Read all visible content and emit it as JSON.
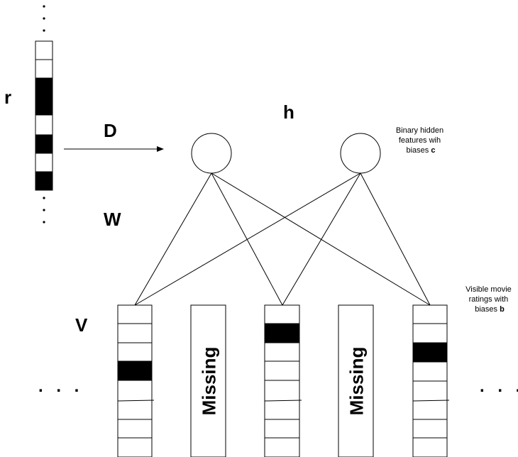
{
  "labels": {
    "r": "r",
    "D": "D",
    "h": "h",
    "W": "W",
    "V": "V"
  },
  "hidden_note": {
    "line1": "Binary hidden",
    "line2": "features wih",
    "line3_prefix": "biases ",
    "line3_bold": "c"
  },
  "visible_note": {
    "line1": "Visible movie",
    "line2": "ratings with",
    "line3_prefix": "biases ",
    "line3_bold": "b"
  },
  "missing_label": "Missing",
  "ellipsis": ". . .",
  "colors": {
    "stroke": "#000000",
    "filled": "#000000",
    "background": "#ffffff"
  }
}
